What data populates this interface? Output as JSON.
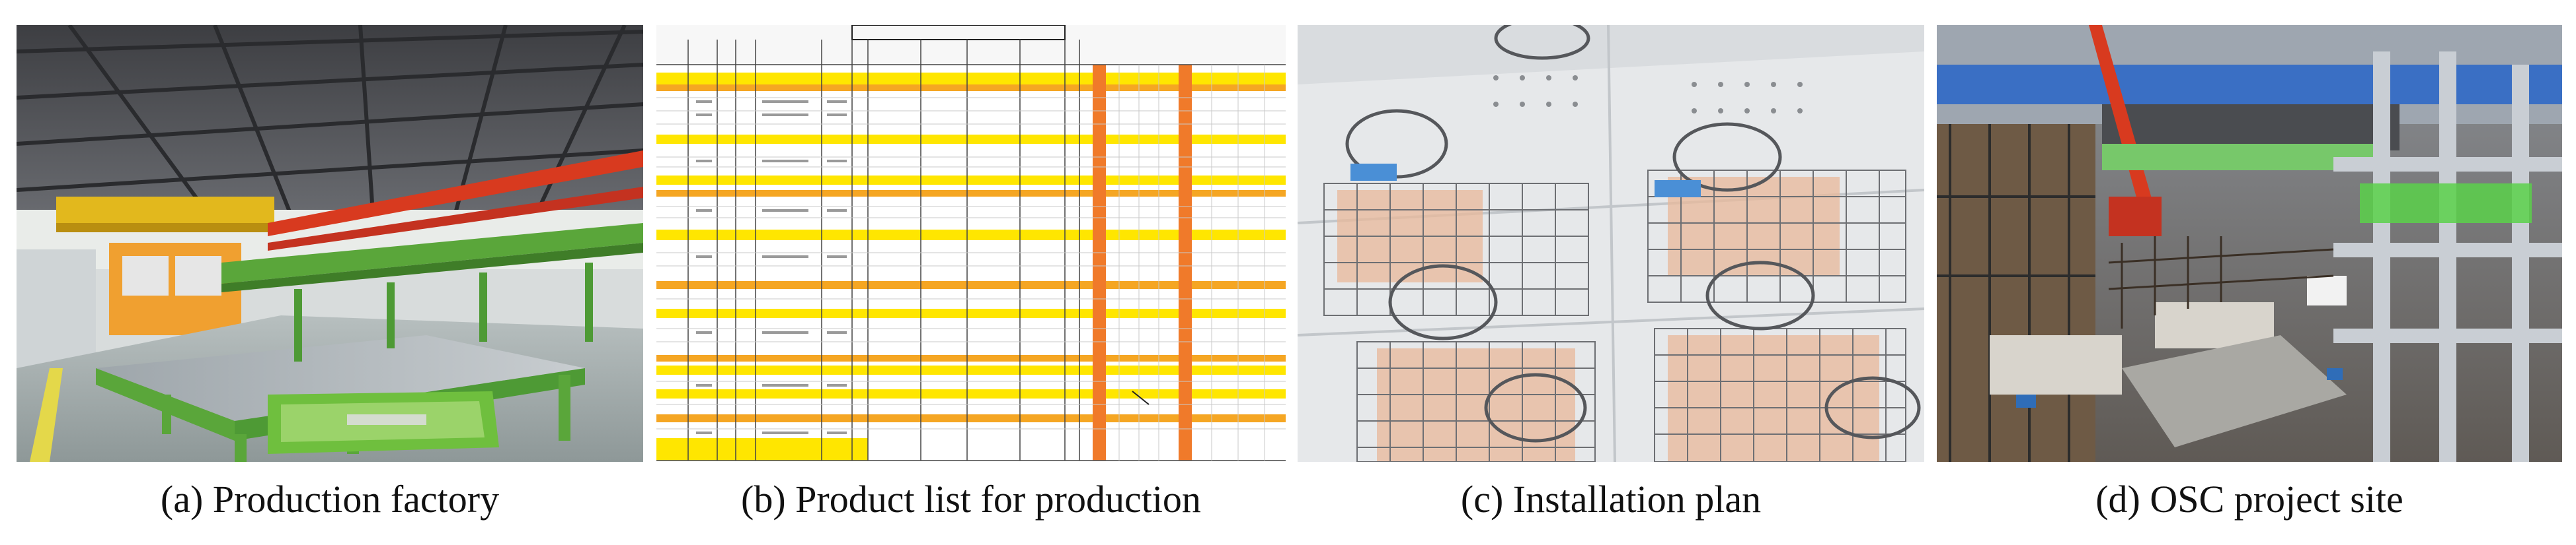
{
  "captions": {
    "a": "(a) Production factory",
    "b": "(b) Product list for production",
    "c": "(c) Installation plan",
    "d": "(d) OSC project site"
  },
  "colors": {
    "sheet_highlight_yellow": "#ffe600",
    "sheet_highlight_orange": "#f5a623",
    "sheet_column_orange": "#f07a2a",
    "plan_label_blue": "#4a8fd6",
    "machine_green": "#5aa63a",
    "crane_red": "#d83a1f"
  }
}
